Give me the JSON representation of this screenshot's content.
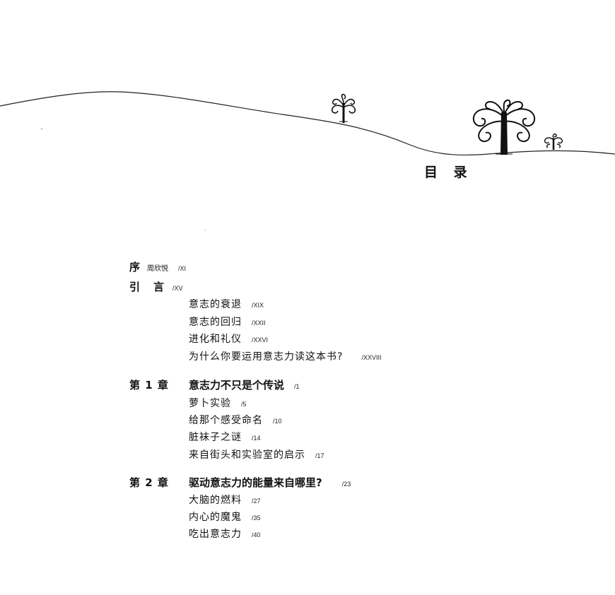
{
  "page": {
    "title": "目 录"
  },
  "illustration": {
    "description_icons": [
      "hill-line",
      "small-tree-icon",
      "large-tree-icon",
      "tiny-tree-icon"
    ]
  },
  "toc": {
    "preface": {
      "head": "序",
      "author": "周欣悦",
      "page": "/XI"
    },
    "intro": {
      "head": "引　言",
      "page": "/XV",
      "sections": [
        {
          "title": "意志的衰退",
          "page": "/XIX"
        },
        {
          "title": "意志的回归",
          "page": "/XXII"
        },
        {
          "title": "进化和礼仪",
          "page": "/XXVI"
        },
        {
          "title": "为什么你要运用意志力读这本书?",
          "page": "/XXVIII"
        }
      ]
    },
    "chapters": [
      {
        "label": "第 1 章",
        "title": "意志力不只是个传说",
        "page": "/1",
        "sections": [
          {
            "title": "萝卜实验",
            "page": "/5"
          },
          {
            "title": "给那个感受命名",
            "page": "/10"
          },
          {
            "title": "脏袜子之谜",
            "page": "/14"
          },
          {
            "title": "来自街头和实验室的启示",
            "page": "/17"
          }
        ]
      },
      {
        "label": "第 2 章",
        "title": "驱动意志力的能量来自哪里?",
        "page": "/23",
        "sections": [
          {
            "title": "大脑的燃料",
            "page": "/27"
          },
          {
            "title": "内心的魔鬼",
            "page": "/35"
          },
          {
            "title": "吃出意志力",
            "page": "/40"
          }
        ]
      }
    ]
  }
}
